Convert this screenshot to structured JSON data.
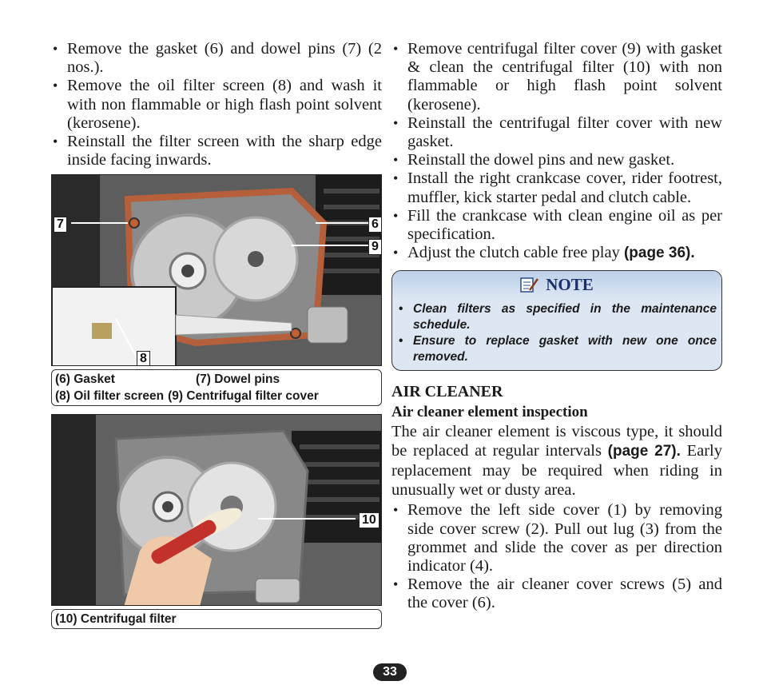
{
  "left": {
    "bullets": [
      "Remove the gasket (6) and dowel pins (7) (2 nos.).",
      "Remove the oil filter screen (8) and wash it with non flammable or high flash point solvent (kerosene).",
      "Reinstall the filter screen with the sharp edge inside facing inwards."
    ],
    "figure1": {
      "callouts": [
        "7",
        "6",
        "9",
        "8"
      ],
      "caption": {
        "r1c1": "(6) Gasket",
        "r1c2": "(7) Dowel pins",
        "r2c1": "(8) Oil filter screen",
        "r2c2": "(9) Centrifugal filter cover"
      }
    },
    "figure2": {
      "callouts": [
        "10"
      ],
      "caption": "(10) Centrifugal filter"
    }
  },
  "right": {
    "bullets": [
      "Remove centrifugal filter cover (9) with gasket & clean the centrifugal filter (10) with non flammable or high flash point solvent (kerosene).",
      "Reinstall the centrifugal filter cover with new gasket.",
      "Reinstall the dowel pins and new gasket.",
      "Install the right crankcase cover, rider footrest, muffler, kick starter pedal and clutch cable.",
      "Fill the crankcase with clean engine oil as per specification."
    ],
    "last_bullet": {
      "text": "Adjust the clutch cable free play ",
      "ref": "(page 36)."
    },
    "note": {
      "title": "NOTE",
      "items": [
        "Clean filters as specified in the maintenance schedule.",
        "Ensure to replace gasket with new one once removed."
      ]
    },
    "section_title": "AIR CLEANER",
    "subsection_title": "Air cleaner element inspection",
    "paragraph": {
      "part1": "The air cleaner element is viscous type, it should be replaced at regular intervals ",
      "ref": "(page 27).",
      "part2": " Early replacement may be required when riding in unusually wet or dusty area."
    },
    "bullets2": [
      "Remove the left side cover (1) by removing side cover screw (2). Pull out lug (3) from the grommet and slide the cover as per direction indicator (4).",
      "Remove the air cleaner cover screws (5) and the cover (6)."
    ]
  },
  "page_number": "33"
}
